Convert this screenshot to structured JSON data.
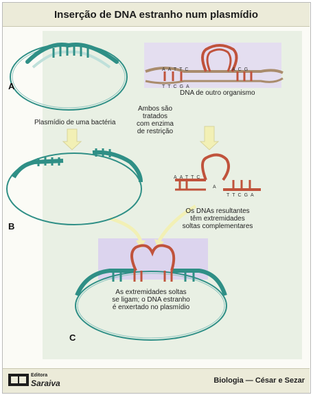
{
  "title": "Inserção de DNA estranho num plasmídio",
  "labels": {
    "plasmid": "Plasmídio de uma bactéria",
    "foreign_dna": "DNA de outro organismo",
    "enzyme": [
      "Ambos são",
      "tratados",
      "com enzima",
      "de restrição"
    ],
    "sticky_ends": [
      "Os DNAs resultantes",
      "têm extremidades",
      "soltas complementares"
    ],
    "joined": [
      "As extremidades soltas",
      "se ligam; o DNA estranho",
      "é enxertado no plasmídio"
    ]
  },
  "letters": {
    "a": "A",
    "b": "B",
    "c": "C"
  },
  "bases": {
    "foreign_top": "AATTC",
    "foreign_bottom": "TTCGA",
    "foreign_left": "ACG",
    "cut_top": "AATTC",
    "cut_bottom": "TTCGA",
    "cut_mid": "A"
  },
  "publisher": {
    "small": "Editora",
    "name": "Saraiva"
  },
  "credit": "Biologia — César e Sezar",
  "colors": {
    "plasmid": "#2f8f86",
    "foreign": "#c0533c",
    "highlight": "#d9d0ec",
    "arrow": "#f2f0b5"
  }
}
